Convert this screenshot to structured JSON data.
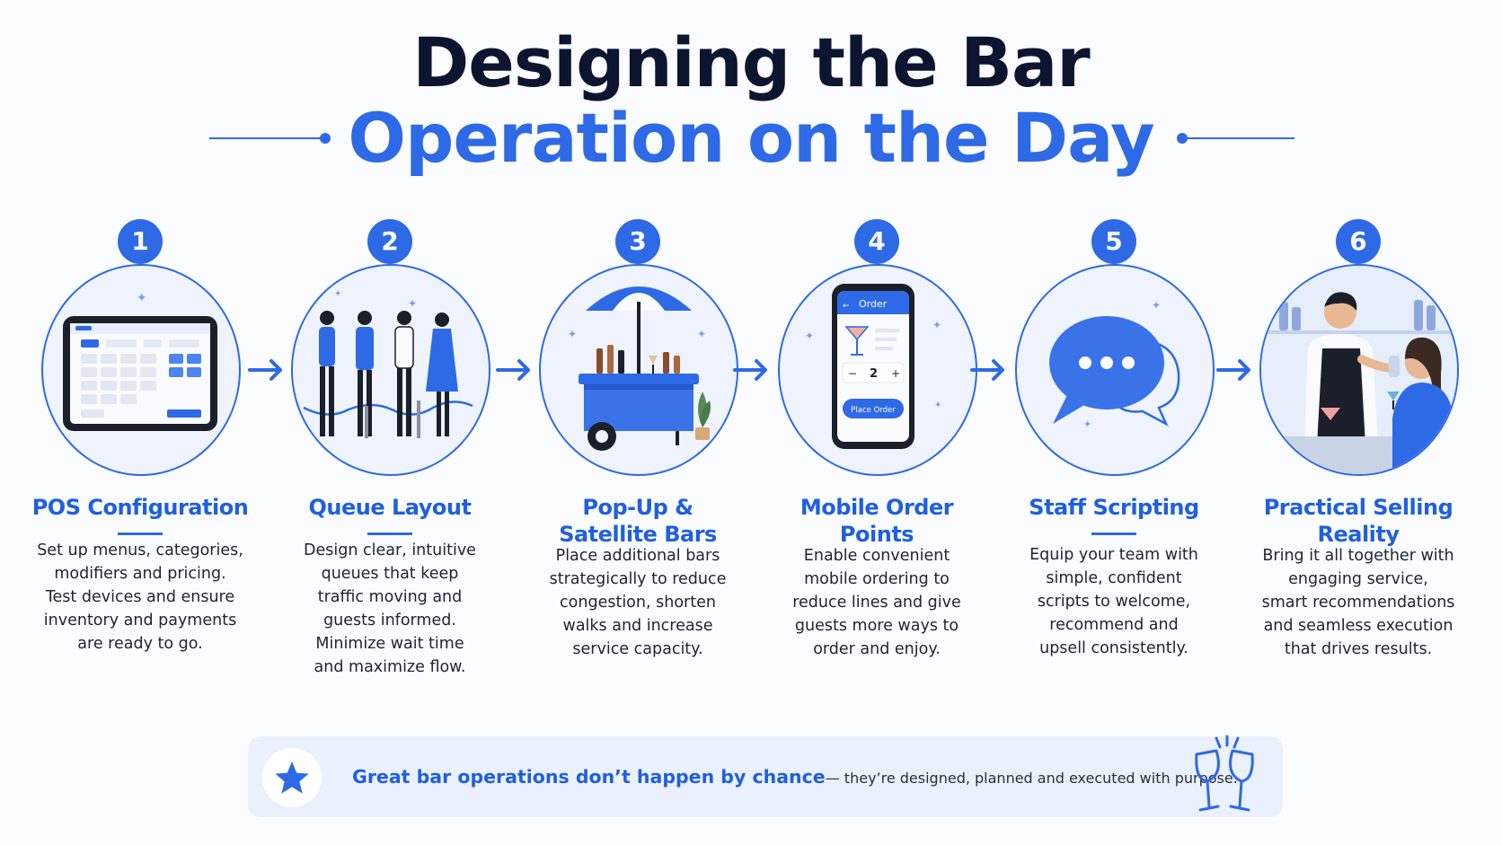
{
  "title": {
    "line1": "Designing the Bar",
    "line2": "Operation on the Day"
  },
  "steps": [
    {
      "number": "1",
      "title_lines": [
        "POS Configuration"
      ],
      "desc_lines": [
        "Set up menus, categories,",
        "modifiers and pricing.",
        "Test devices and ensure",
        "inventory and payments",
        "are ready to go."
      ],
      "icon": "pos-tablet-icon"
    },
    {
      "number": "2",
      "title_lines": [
        "Queue Layout"
      ],
      "desc_lines": [
        "Design clear, intuitive",
        "queues that keep",
        "traffic moving and",
        "guests informed.",
        "Minimize wait time",
        "and maximize flow."
      ],
      "icon": "queue-people-icon"
    },
    {
      "number": "3",
      "title_lines": [
        "Pop-Up &",
        "Satellite Bars"
      ],
      "desc_lines": [
        "Place additional bars",
        "strategically to reduce",
        "congestion, shorten",
        "walks and increase",
        "service capacity."
      ],
      "icon": "bar-cart-icon"
    },
    {
      "number": "4",
      "title_lines": [
        "Mobile Order",
        "Points"
      ],
      "desc_lines": [
        "Enable convenient",
        "mobile ordering to",
        "reduce lines and give",
        "guests more ways to",
        "order and enjoy."
      ],
      "icon": "mobile-phone-icon"
    },
    {
      "number": "5",
      "title_lines": [
        "Staff Scripting"
      ],
      "desc_lines": [
        "Equip your team with",
        "simple, confident",
        "scripts to welcome,",
        "recommend and",
        "upsell consistently."
      ],
      "icon": "chat-bubbles-icon"
    },
    {
      "number": "6",
      "title_lines": [
        "Practical Selling",
        "Reality"
      ],
      "desc_lines": [
        "Bring it all together with",
        "engaging service,",
        "smart recommendations",
        "and seamless execution",
        "that drives results."
      ],
      "icon": "bartender-icon"
    }
  ],
  "phone": {
    "header": "Order",
    "minus": "−",
    "quantity": "2",
    "plus": "+",
    "button": "Place Order"
  },
  "banner": {
    "bold": "Great bar operations don’t happen by chance",
    "rest": "— they’re designed, planned and executed with purpose.",
    "icon": "star-icon",
    "end_icon": "cheers-glasses-icon"
  },
  "colors": {
    "accent": "#2e6ae6",
    "title_dark": "#0c1430",
    "circle_fill": "#eef3fd",
    "banner_bg": "#eaf0fc"
  }
}
